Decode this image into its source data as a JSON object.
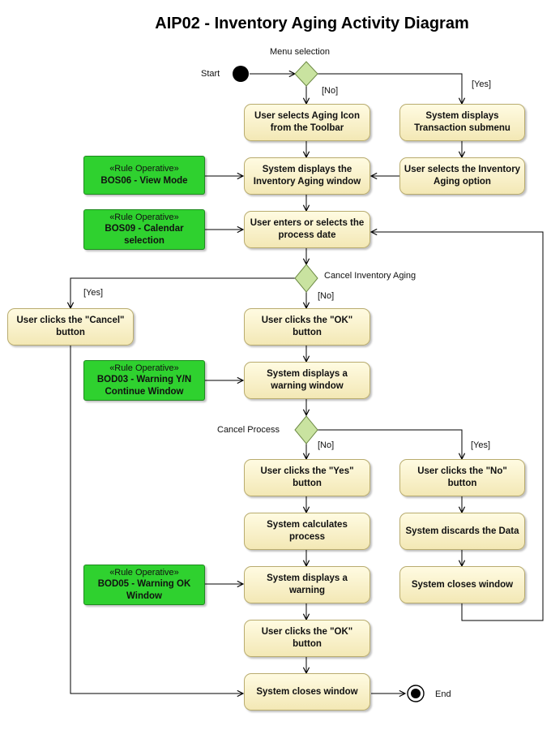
{
  "title": "AIP02 - Inventory Aging Activity Diagram",
  "labels": {
    "start": "Start",
    "end": "End",
    "menu_selection": "Menu selection",
    "cancel_inventory_aging": "Cancel Inventory Aging",
    "cancel_process": "Cancel Process",
    "no1": "[No]",
    "yes1": "[Yes]",
    "yes2": "[Yes]",
    "no2": "[No]",
    "no3": "[No]",
    "yes3": "[Yes]"
  },
  "actions": {
    "select_aging_icon": "User selects Aging Icon from the Toolbar",
    "display_transaction_submenu": "System displays Transaction submenu",
    "display_inventory_aging_window": "System displays the Inventory Aging window",
    "select_inventory_aging_option": "User selects the Inventory Aging option",
    "enter_process_date": "User enters or selects the process date",
    "click_cancel": "User clicks the \"Cancel\" button",
    "click_ok_1": "User clicks the \"OK\" button",
    "display_warning_window": "System displays a warning window",
    "click_yes": "User clicks the \"Yes\" button",
    "click_no": "User clicks the \"No\" button",
    "calculate_process": "System calculates process",
    "discard_data": "System discards the Data",
    "display_warning": "System displays a warning",
    "close_window_right": "System closes window",
    "click_ok_2": "User clicks the \"OK\" button",
    "close_window_final": "System closes window"
  },
  "rules": {
    "stereotype": "«Rule Operative»",
    "bos06": "BOS06 - View Mode",
    "bos09": "BOS09 - Calendar selection",
    "bod03": "BOD03 - Warning Y/N Continue Window",
    "bod05": "BOD05 - Warning OK Window"
  },
  "colors": {
    "action_fill_top": "#fffbe2",
    "action_fill_bottom": "#f3e8b5",
    "action_border": "#b9ac6f",
    "rule_fill": "#2fd12f",
    "decision_fill": "#c9e3a0",
    "line": "#000000"
  }
}
